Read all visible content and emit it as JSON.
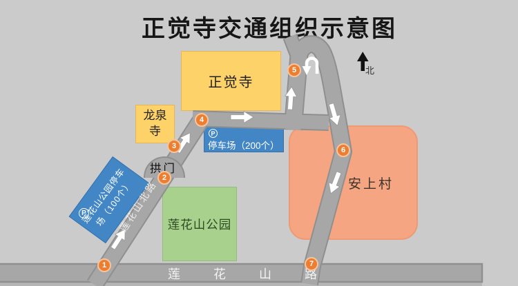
{
  "title": "正觉寺交通组织示意图",
  "north": {
    "label": "北"
  },
  "places": {
    "zhengjue_temple": {
      "label": "正觉寺"
    },
    "longquan_temple": {
      "label": "龙泉寺"
    },
    "main_parking": {
      "p_icon": "P",
      "label": "停车场（200个）"
    },
    "park_parking": {
      "p_icon": "P",
      "line1": "莲花山公园停车",
      "line2": "场（100个）"
    },
    "lianhuashan_park": {
      "label": "莲花山公园"
    },
    "anshang_village": {
      "label": "安上村"
    },
    "arch_gate": {
      "label": "拱门"
    }
  },
  "roads": {
    "lianhua_road": {
      "label": "莲花山路"
    },
    "lianhuashan_north_road": {
      "label": "莲花山北路"
    }
  },
  "waypoints": [
    {
      "n": "1"
    },
    {
      "n": "2"
    },
    {
      "n": "3"
    },
    {
      "n": "4"
    },
    {
      "n": "5"
    },
    {
      "n": "6"
    },
    {
      "n": "7"
    }
  ],
  "colors": {
    "background": "#cbcbcb",
    "road_fill": "#a7a7a7",
    "road_edge": "#8f8f8f",
    "temple_yellow": "#fcd269",
    "parking_blue": "#4286c6",
    "park_green": "#a9d18e",
    "village_orange": "#f5a581",
    "waypoint_orange": "#ec7d31",
    "arrow_white": "#ffffff"
  }
}
